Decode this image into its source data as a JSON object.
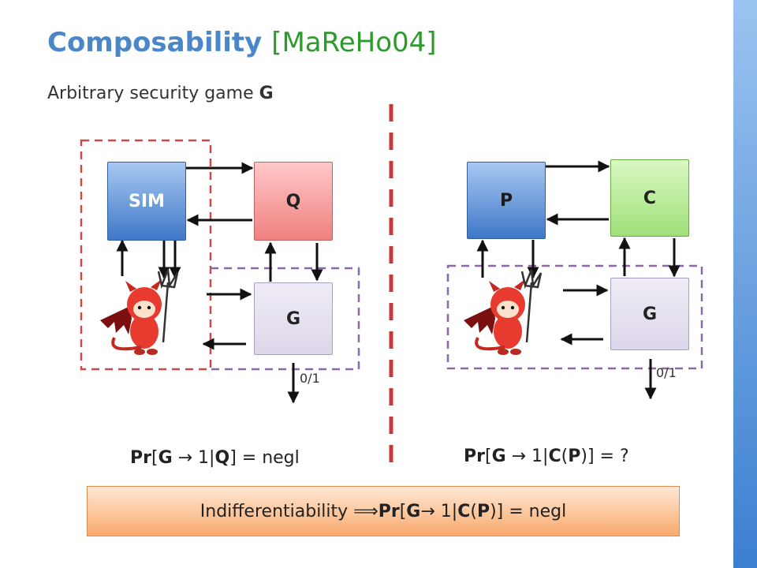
{
  "title": {
    "main": "Composability",
    "citation": "[MaReHo04]"
  },
  "subtitle": {
    "prefix": "Arbitrary security game ",
    "game": "G"
  },
  "left": {
    "sim": "SIM",
    "q": "Q",
    "g": "G",
    "output": "0/1"
  },
  "right": {
    "p": "P",
    "c": "C",
    "g": "G",
    "output": "0/1"
  },
  "formula_left": {
    "pr": "Pr",
    "open": "[",
    "g": "G",
    "arrow": " → 1|",
    "q": "Q",
    "rest": "] = negl"
  },
  "formula_right": {
    "pr": "Pr",
    "open": "[",
    "g": "G",
    "arrow": " → 1|",
    "c": "C",
    "p1": "(",
    "p": "P",
    "rest": ")] = ?"
  },
  "banner": {
    "prefix": "Indifferentiability ⟹ ",
    "pr": "Pr",
    "open": "[",
    "g": "G",
    "arrow": " → 1|",
    "c": "C",
    "p1": "(",
    "p": "P",
    "rest": ")]  = negl"
  },
  "colors": {
    "title": "#4a86c8",
    "citation": "#2e9a2e",
    "dashed_red": "#c84a4a",
    "dashed_purple": "#8a6aa6",
    "divider": "#c83a3a"
  }
}
